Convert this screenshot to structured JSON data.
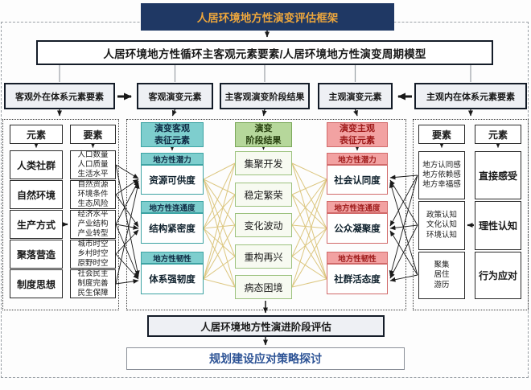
{
  "colors": {
    "navy": "#1f3864",
    "gold": "#eda63c",
    "teal": "#7ecece",
    "green": "#b6d79b",
    "pink": "#f2a2a2",
    "darkred": "#9e1a1a",
    "blue": "#2e5496",
    "yellow_line": "#dcc67f"
  },
  "title": "人居环境地方性演变评估框架",
  "model_bar": "人居环境地方性循环主客观元素要素/人居环境地方性演变周期模型",
  "header_boxes": [
    "客观外在体系元素要素",
    "客观演变元素",
    "主客观演变阶段结果",
    "主观演变元素",
    "主观内在体系元素要素"
  ],
  "left_panel": {
    "col1_header": "元素",
    "col2_header": "要素",
    "elements": [
      "人类社群",
      "自然环境",
      "生产方式",
      "聚落营造",
      "制度思想"
    ],
    "factors": [
      "人口数量\n人口质量\n生活水平",
      "自然资源\n环境条件\n生态风险",
      "经济水平\n产业结构\n产业转型",
      "城市时空\n乡村时空\n原野时空",
      "社会民主\n制度完善\n民生保障"
    ]
  },
  "obj_col": {
    "header": "演变客观\n表征元素",
    "groups": [
      {
        "label": "地方性潜力",
        "value": "资源可供度"
      },
      {
        "label": "地方性连通度",
        "value": "结构紧密度"
      },
      {
        "label": "地方性韧性",
        "value": "体系强韧度"
      }
    ]
  },
  "stage_col": {
    "header": "演变\n阶段结果",
    "stages": [
      "集聚开发",
      "稳定繁荣",
      "变化波动",
      "重构再兴",
      "病态困境"
    ]
  },
  "subj_col": {
    "header": "演变主观\n表征元素",
    "groups": [
      {
        "label": "地方性潜力",
        "value": "社会认同度"
      },
      {
        "label": "地方性连通度",
        "value": "公众凝聚度"
      },
      {
        "label": "地方性韧性",
        "value": "社群活态度"
      }
    ]
  },
  "right_panel": {
    "col1_header": "要素",
    "col2_header": "元素",
    "factors": [
      "地方认同感\n地方依赖感\n地方幸福感",
      "政策认知\n文化认知\n环境认知",
      "聚集\n居住\n游历"
    ],
    "elements": [
      "直接感受",
      "理性认知",
      "行为应对"
    ]
  },
  "bottom": {
    "assessment": "人居环境地方性演进阶段评估",
    "strategy": "规划建设应对策略探讨"
  }
}
